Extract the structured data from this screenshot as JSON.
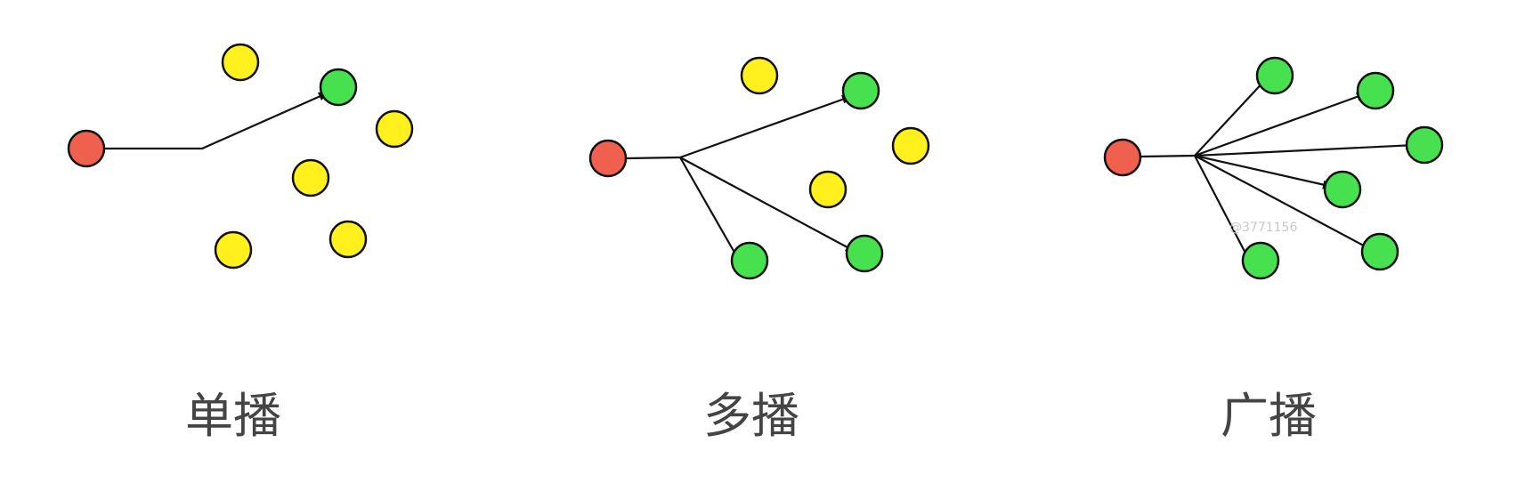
{
  "diagrams": [
    {
      "id": "unicast",
      "caption": "单播"
    },
    {
      "id": "multicast",
      "caption": "多播"
    },
    {
      "id": "broadcast",
      "caption": "广播"
    }
  ],
  "watermark": "@3771156",
  "colors": {
    "sender": "#F0604F",
    "receiver": "#47E04F",
    "non_receiver": "#FFF01E",
    "stroke": "#111111",
    "caption": "#444444"
  }
}
